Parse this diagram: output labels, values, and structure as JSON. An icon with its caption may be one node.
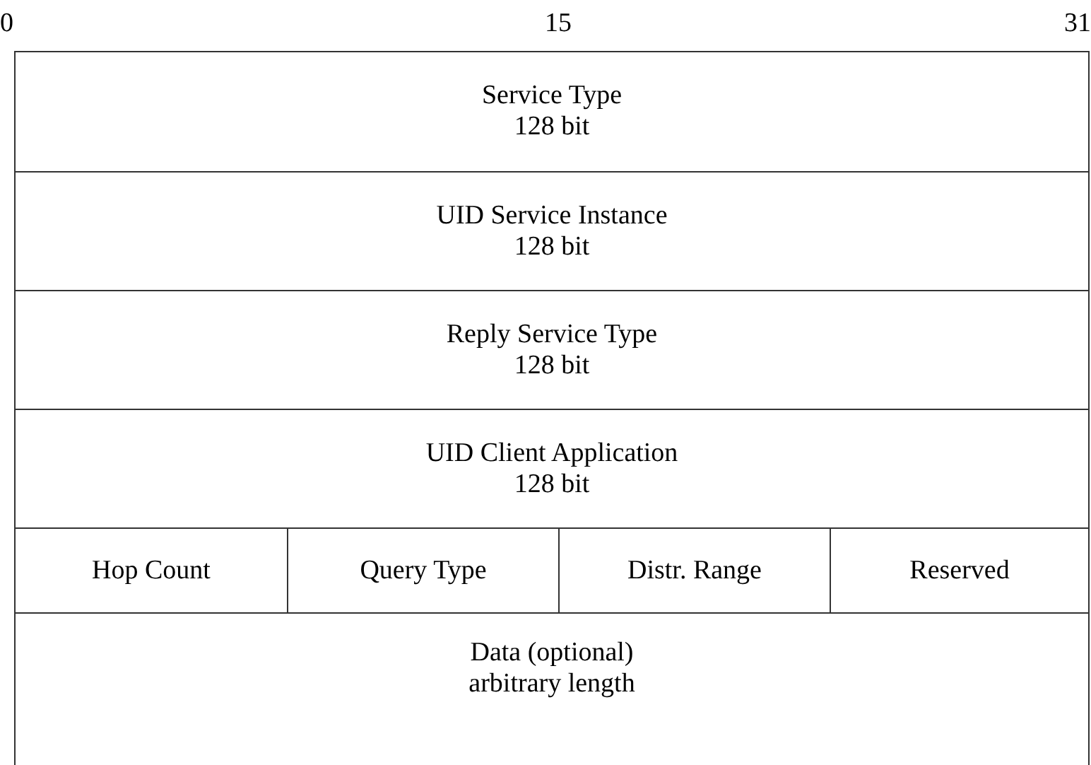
{
  "diagram": {
    "nodes": [
      {
        "text": [
          "Service Type",
          "128 bit"
        ]
      },
      {
        "text": [
          "UID Service Instance",
          "128 bit"
        ]
      },
      {
        "text": [
          "Reply Service Type",
          "128 bit"
        ]
      },
      {
        "text": [
          "UID Client Application",
          "128 bit"
        ]
      },
      {
        "text": [
          "Hop Count"
        ]
      },
      {
        "text": [
          "Query Type"
        ]
      },
      {
        "text": [
          "Distr. Range"
        ]
      },
      {
        "text": [
          "Reserved"
        ]
      },
      {
        "text": [
          "Data (optional)",
          "arbitrary length"
        ]
      }
    ],
    "edges": [],
    "labels": [
      "0",
      "15",
      "31"
    ]
  }
}
